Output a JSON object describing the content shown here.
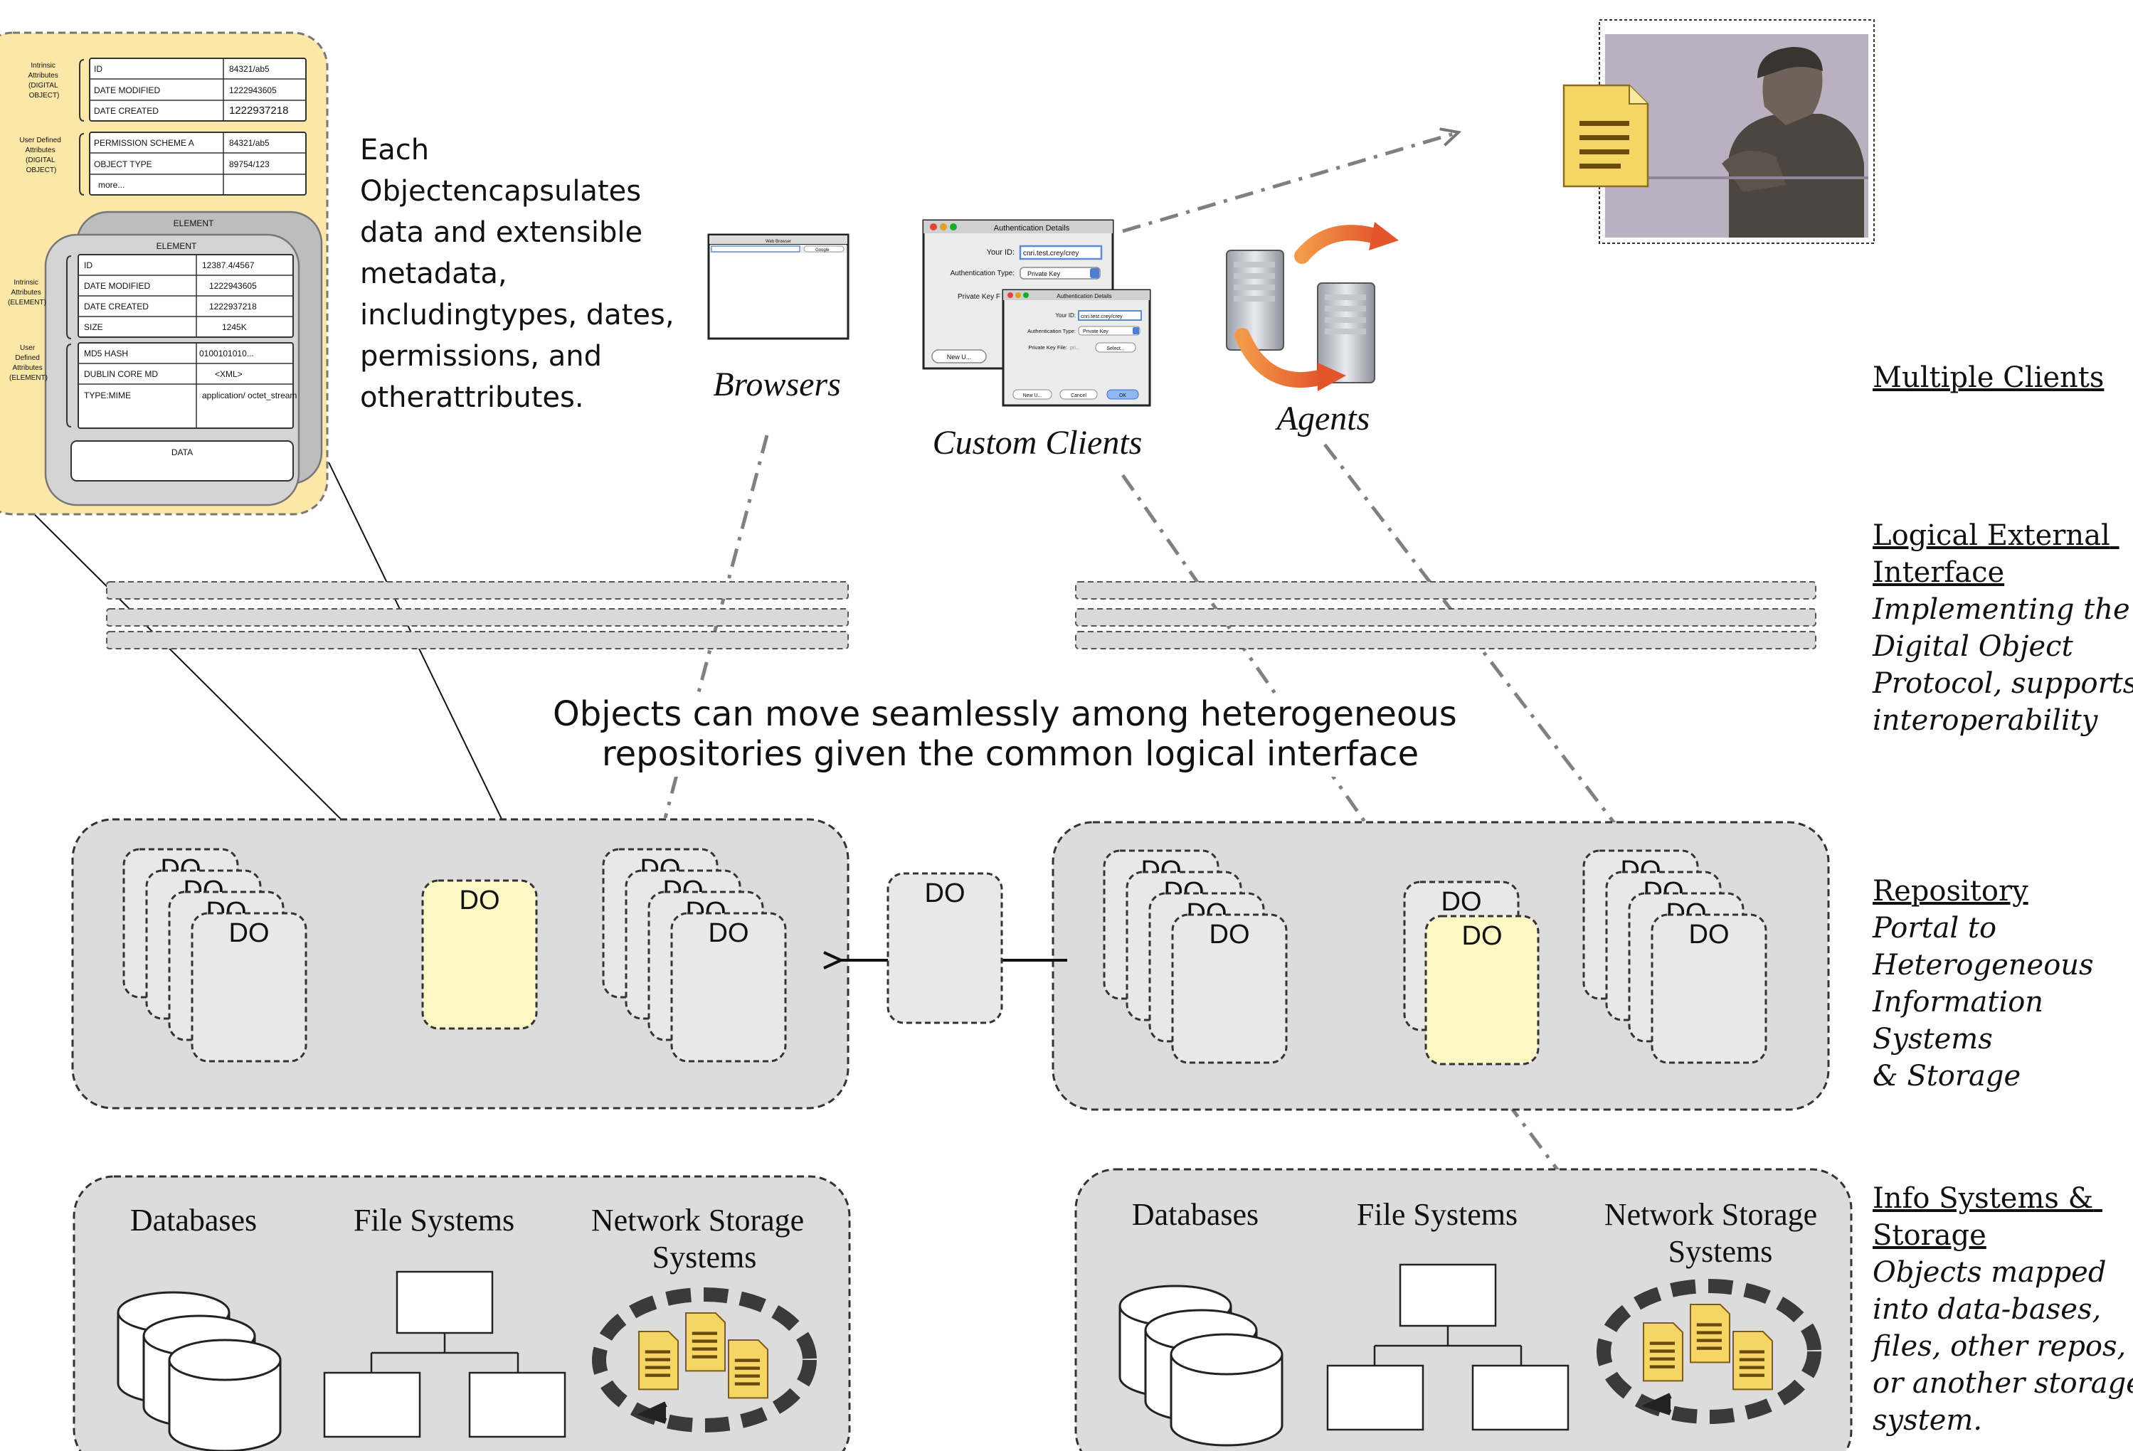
{
  "metadata_panel": {
    "digital_object_intrinsic_label": [
      "Intrinsic",
      "Attributes",
      "(DIGITAL",
      "OBJECT)"
    ],
    "digital_object_user_label": [
      "User Defined",
      "Attributes",
      "(DIGITAL",
      "OBJECT)"
    ],
    "element_intrinsic_label": [
      "Intrinsic",
      "Attributes",
      "(ELEMENT)"
    ],
    "element_user_label": [
      "User",
      "Defined",
      "Attributes",
      "(ELEMENT)"
    ],
    "do_intrinsic_rows": [
      {
        "key": "ID",
        "value": "84321/ab5"
      },
      {
        "key": "DATE MODIFIED",
        "value": "1222943605"
      },
      {
        "key": "DATE CREATED",
        "value": "1222937218"
      }
    ],
    "do_user_rows": [
      {
        "key": "PERMISSION SCHEME A",
        "value": "84321/ab5"
      },
      {
        "key": "OBJECT TYPE",
        "value": "89754/123"
      },
      {
        "key": "more...",
        "value": ""
      }
    ],
    "element_header_back": "ELEMENT",
    "element_header_front": "ELEMENT",
    "element_intrinsic_rows": [
      {
        "key": "ID",
        "value": "12387.4/4567"
      },
      {
        "key": "DATE MODIFIED",
        "value": "1222943605"
      },
      {
        "key": "DATE CREATED",
        "value": "1222937218"
      },
      {
        "key": "SIZE",
        "value": "1245K"
      }
    ],
    "element_user_rows": [
      {
        "key": "MD5 HASH",
        "value": "0100101010..."
      },
      {
        "key": "DUBLIN CORE MD",
        "value": "<XML>"
      },
      {
        "key": "TYPE:MIME",
        "value": "application/ octet_stream"
      }
    ],
    "data_label": "DATA"
  },
  "description": [
    "Each",
    "Objectencapsulates",
    "data and extensible",
    "metadata,",
    "includingtypes, dates,",
    "permissions, and",
    "otherattributes."
  ],
  "clients": {
    "browsers_label": "Browsers",
    "browser_window_title": "Web Browser",
    "browser_search": "Google",
    "custom_clients_label": "Custom Clients",
    "agents_label": "Agents",
    "auth_dialog": {
      "title": "Authentication Details",
      "your_id_label": "Your ID:",
      "your_id_value": "cnri.test.crey/crey",
      "auth_type_label": "Authentication Type:",
      "auth_type_value": "Private Key",
      "private_key_label": "Private Key F",
      "private_key_label_2": "Private Key File:",
      "private_key_placeholder": "pri...",
      "select_button": "Select...",
      "new_button": "New U...",
      "cancel_button": "Cancel",
      "ok_button": "OK"
    }
  },
  "center_text": [
    "Objects can move seamlessly among heterogeneous",
    "repositories given the common logical interface"
  ],
  "do_label": "DO",
  "storage": {
    "databases": "Databases",
    "file_systems": "File Systems",
    "network_storage": [
      "Network Storage",
      "Systems"
    ]
  },
  "legend": {
    "multiple_clients": "Multiple Clients",
    "logical_external_head": [
      "Logical External",
      "Interface"
    ],
    "logical_external_body": [
      "Implementing the",
      "Digital Object",
      "Protocol, supports",
      "interoperability"
    ],
    "repository_head": "Repository",
    "repository_body": [
      "Portal to",
      "Heterogeneous",
      "Information",
      "Systems",
      "& Storage"
    ],
    "info_head": [
      "Info Systems &",
      "Storage"
    ],
    "info_body": [
      "Objects mapped",
      "into data-bases,",
      "files, other repos,",
      "or another storage",
      "system."
    ]
  },
  "colors": {
    "panel_yellow": "#fbe7a8",
    "do_yellow": "#fdf7c5",
    "gray_box": "#dcdcdc",
    "do_gray": "#e8e8e8",
    "doc_yellow": "#f5d564",
    "arrow_orange": "#e2552a"
  }
}
